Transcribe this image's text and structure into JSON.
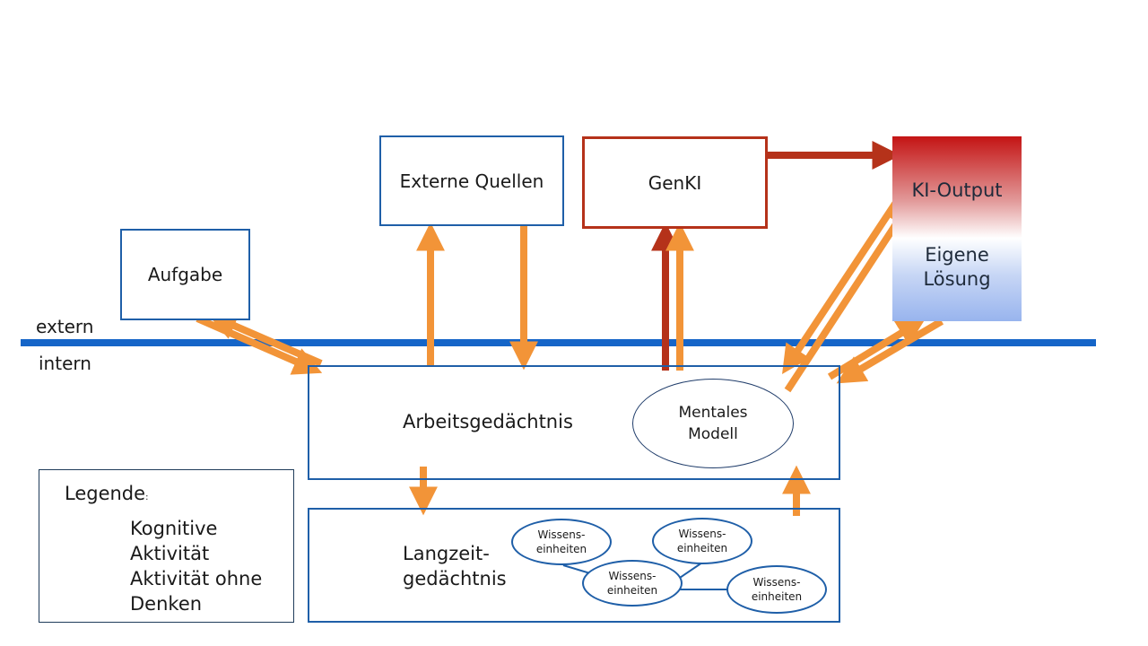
{
  "zones": {
    "external": "extern",
    "internal": "intern"
  },
  "nodes": {
    "task": "Aufgabe",
    "external_sources": "Externe Quellen",
    "genai": "GenKI",
    "ai_output": "KI-Output",
    "own_solution": [
      "Eigene",
      "Lösung"
    ],
    "working_memory": "Arbeitsgedächtnis",
    "mental_model": [
      "Mentales",
      "Modell"
    ],
    "long_term_memory": [
      "Langzeit-",
      "gedächtnis"
    ],
    "knowledge_units": [
      [
        "Wissens-",
        "einheiten"
      ],
      [
        "Wissens-",
        "einheiten"
      ],
      [
        "Wissens-",
        "einheiten"
      ],
      [
        "Wissens-",
        "einheiten"
      ]
    ]
  },
  "legend": {
    "title": "Legende",
    "title_suffix": ":",
    "items": [
      {
        "label": [
          "Kognitive",
          "Aktivität"
        ],
        "type": "cognitive"
      },
      {
        "label": [
          "Aktivität ohne",
          "Denken"
        ],
        "type": "no-thinking"
      }
    ]
  },
  "colors": {
    "cognitive_arrow": "#f29438",
    "no_thinking_arrow": "#b5321a",
    "boundary_line": "#1565c8",
    "box_border": "#1f5fa8",
    "genai_border": "#b5321a"
  },
  "edges": [
    {
      "from": "task",
      "to": "working_memory",
      "type": "cognitive"
    },
    {
      "from": "working_memory",
      "to": "task",
      "type": "cognitive"
    },
    {
      "from": "working_memory",
      "to": "external_sources",
      "type": "cognitive"
    },
    {
      "from": "external_sources",
      "to": "working_memory",
      "type": "cognitive"
    },
    {
      "from": "working_memory",
      "to": "genai",
      "type": "no-thinking"
    },
    {
      "from": "working_memory",
      "to": "genai",
      "type": "cognitive"
    },
    {
      "from": "genai",
      "to": "ai_output",
      "type": "no-thinking"
    },
    {
      "from": "ai_output",
      "to": "working_memory",
      "type": "cognitive"
    },
    {
      "from": "working_memory",
      "to": "ai_output",
      "type": "cognitive"
    },
    {
      "from": "working_memory",
      "to": "own_solution",
      "type": "cognitive"
    },
    {
      "from": "own_solution",
      "to": "working_memory",
      "type": "cognitive"
    },
    {
      "from": "working_memory",
      "to": "long_term_memory",
      "type": "cognitive"
    },
    {
      "from": "long_term_memory",
      "to": "working_memory",
      "type": "cognitive"
    }
  ]
}
